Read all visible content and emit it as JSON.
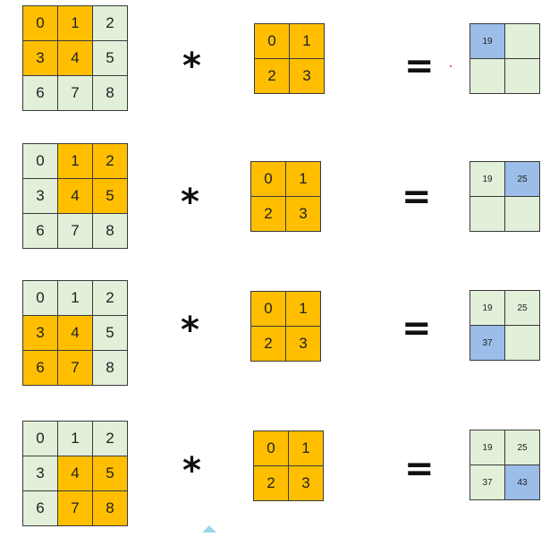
{
  "colors": {
    "highlight": "#ffbf00",
    "plain": "#e2efd9",
    "output_active": "#9bbde8",
    "output_empty": "#e2efd9"
  },
  "input_values": [
    "0",
    "1",
    "2",
    "3",
    "4",
    "5",
    "6",
    "7",
    "8"
  ],
  "kernel_values": [
    "0",
    "1",
    "2",
    "3"
  ],
  "multiply_symbol": "*",
  "equals_symbol": "=",
  "steps": [
    {
      "highlight": [
        0,
        1,
        3,
        4
      ],
      "output": [
        "19",
        "",
        "",
        ""
      ],
      "active": 0
    },
    {
      "highlight": [
        1,
        2,
        4,
        5
      ],
      "output": [
        "19",
        "25",
        "",
        ""
      ],
      "active": 1
    },
    {
      "highlight": [
        3,
        4,
        6,
        7
      ],
      "output": [
        "19",
        "25",
        "37",
        ""
      ],
      "active": 2
    },
    {
      "highlight": [
        4,
        5,
        7,
        8
      ],
      "output": [
        "19",
        "25",
        "37",
        "43"
      ],
      "active": 3
    }
  ]
}
